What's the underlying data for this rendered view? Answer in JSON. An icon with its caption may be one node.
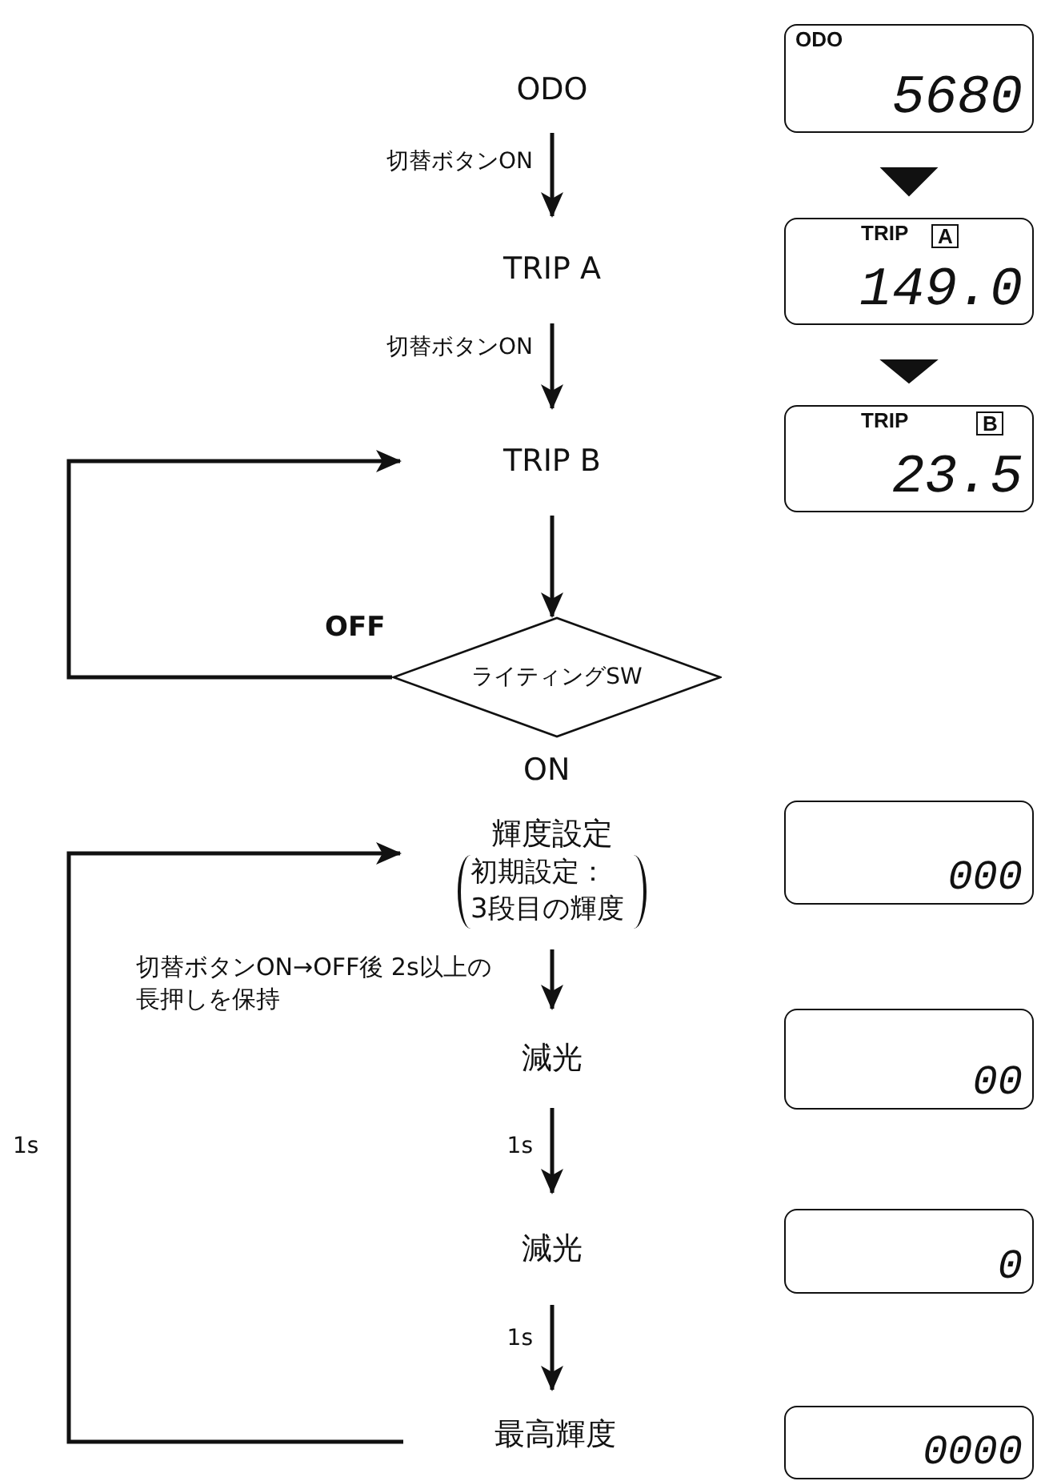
{
  "diagram": {
    "nodes": [
      {
        "text": [
          "ODO"
        ]
      },
      {
        "text": [
          "TRIP A"
        ]
      },
      {
        "text": [
          "TRIP B"
        ]
      },
      {
        "text": [
          "ライティングSW"
        ],
        "beside": [
          "ON"
        ]
      },
      {
        "text": [
          "輝度設定",
          "初期設定：3段目の輝度"
        ]
      },
      {
        "text": [
          "減光"
        ]
      },
      {
        "text": [
          "減光"
        ]
      },
      {
        "text": [
          "最高輝度"
        ]
      },
      {
        "text": [
          "ODO",
          "5680"
        ]
      },
      {
        "text": [
          "TRIP",
          "A",
          "149.0"
        ]
      },
      {
        "text": [
          "TRIP",
          "B",
          "23.5"
        ]
      },
      {
        "text": [
          "000"
        ]
      },
      {
        "text": [
          "00"
        ]
      },
      {
        "text": [
          "0"
        ]
      },
      {
        "text": [
          "0000"
        ]
      }
    ],
    "edges": [
      {
        "from": 0,
        "to": 1,
        "arrow": "to",
        "label": "切替ボタンON"
      },
      {
        "from": 1,
        "to": 2,
        "arrow": "to",
        "label": "切替ボタンON"
      },
      {
        "from": 2,
        "to": 3,
        "arrow": "to"
      },
      {
        "from": 3,
        "to": 2,
        "arrow": "to",
        "label": "OFF"
      },
      {
        "from": 4,
        "to": 5,
        "arrow": "to",
        "label": "切替ボタンON→OFF後 2s以上の長押しを保持"
      },
      {
        "from": 5,
        "to": 6,
        "arrow": "to",
        "label": "1s"
      },
      {
        "from": 6,
        "to": 7,
        "arrow": "to",
        "label": "1s"
      },
      {
        "from": 7,
        "to": 4,
        "arrow": "to",
        "label": "1s"
      },
      {
        "from": 8,
        "to": 9,
        "arrow": "to"
      },
      {
        "from": 9,
        "to": 10,
        "arrow": "to"
      }
    ]
  }
}
